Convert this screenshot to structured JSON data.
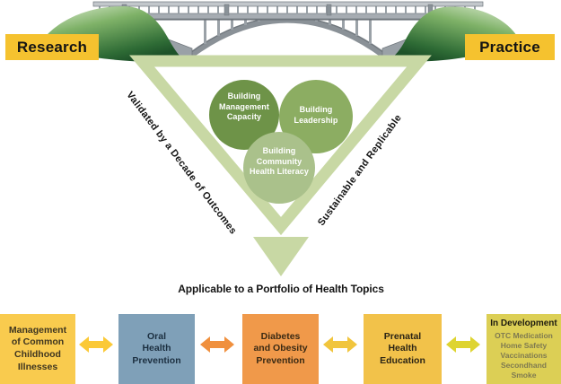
{
  "banner": {
    "research_label": "Research",
    "practice_label": "Practice"
  },
  "funnel": {
    "left_edge_label": "Validated by a Decade of Outcomes",
    "right_edge_label": "Sustainable and Replicable",
    "circles": [
      {
        "lines": [
          "Building",
          "Management",
          "Capacity"
        ],
        "color": "#6E9348"
      },
      {
        "lines": [
          "Building",
          "Leadership"
        ],
        "color": "#8CAD62"
      },
      {
        "lines": [
          "Building",
          "Community",
          "Health Literacy"
        ],
        "color": "#AAC18B"
      }
    ],
    "caption": "Applicable to a Portfolio of Health Topics"
  },
  "topics": {
    "boxes": [
      {
        "lines": [
          "Management",
          "of Common",
          "Childhood",
          "Illnesses"
        ],
        "bg": "#F9CB4E"
      },
      {
        "lines": [
          "Oral",
          "Health",
          "Prevention"
        ],
        "bg": "#7FA0B8"
      },
      {
        "lines": [
          "Diabetes",
          "and Obesity",
          "Prevention"
        ],
        "bg": "#F0994A"
      },
      {
        "lines": [
          "Prenatal",
          "Health",
          "Education"
        ],
        "bg": "#F2C24A"
      },
      {
        "title": "In Development",
        "items": [
          "OTC Medication",
          "Home Safety",
          "Vaccinations",
          "Secondhand Smoke"
        ],
        "bg": "#DCCF55"
      }
    ],
    "arrow_colors": [
      "#FBC937",
      "#F0903E",
      "#F1C53D",
      "#DED431"
    ]
  },
  "palette": {
    "banner_gold": "#F5C22F",
    "triangle_green": "#C8D8A4",
    "bridge_gray": "#9AA1A7",
    "hill_dark_green": "#1E5229",
    "hill_light_green": "#E2EFD8"
  }
}
